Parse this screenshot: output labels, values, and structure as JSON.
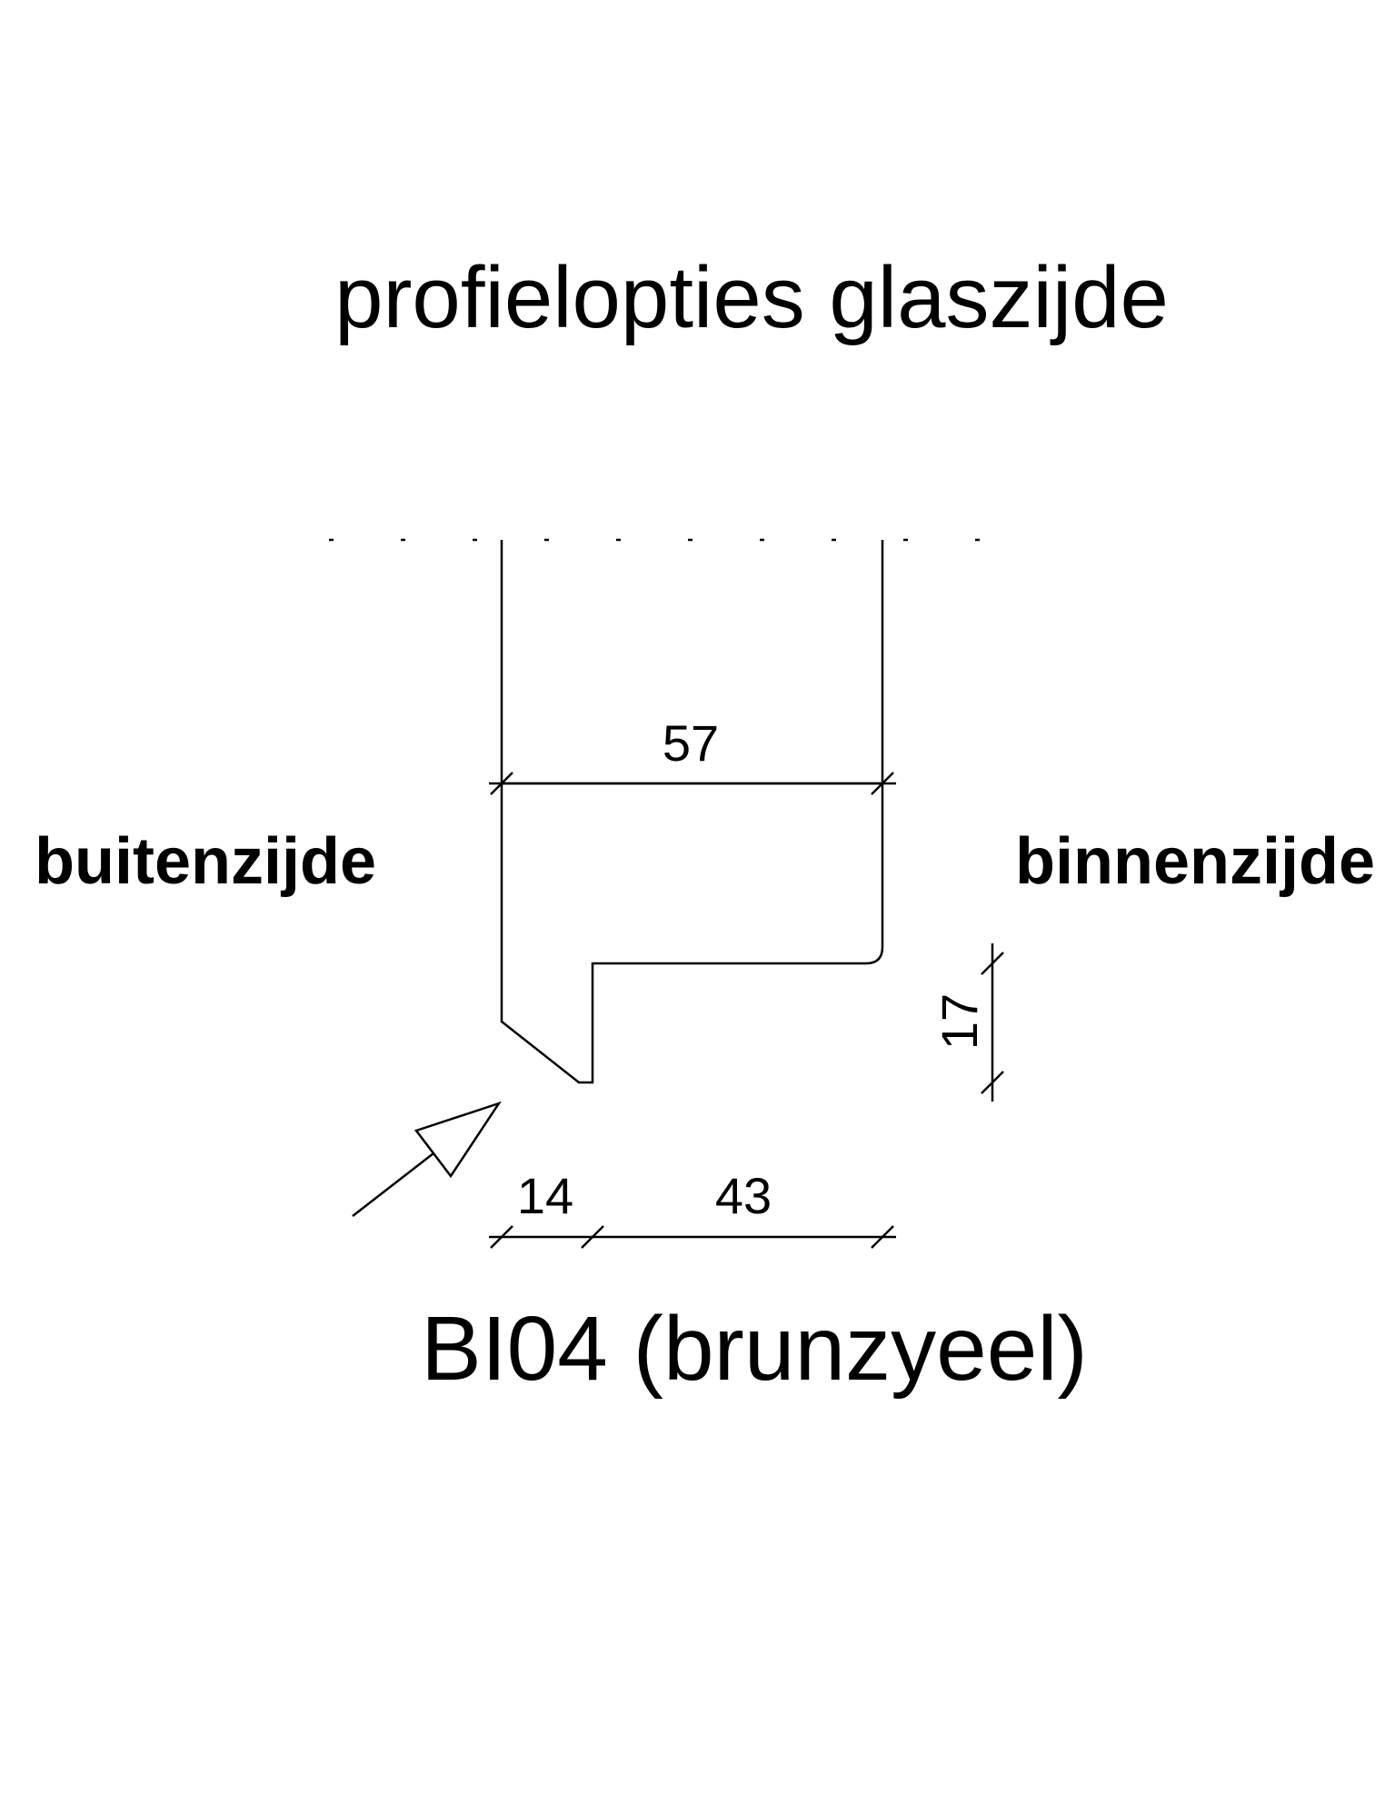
{
  "page": {
    "title": "profielopties glaszijde",
    "caption": "BI04 (brunzyeel)"
  },
  "labels": {
    "outside": "buitenzijde",
    "inside": "binnenzijde"
  },
  "dims": {
    "top_width": "57",
    "right_height": "17",
    "bottom_left": "14",
    "bottom_right": "43"
  },
  "colors": {
    "line": "#000000",
    "background": "#ffffff",
    "text": "#000000"
  }
}
